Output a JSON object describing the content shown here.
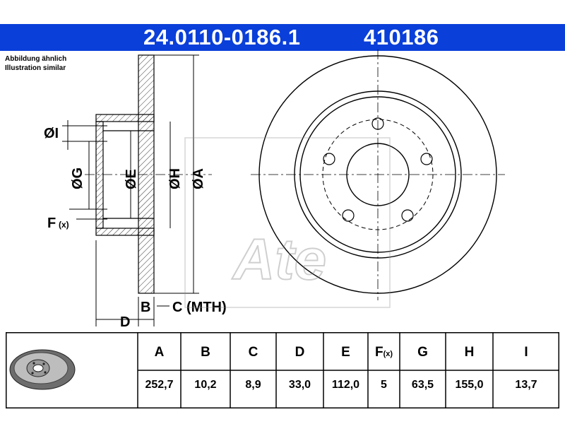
{
  "header": {
    "part_number": "24.0110-0186.1",
    "article_code": "410186",
    "color": "#0a3fd9"
  },
  "notes": {
    "line1": "Abbildung ähnlich",
    "line2": "Illustration similar"
  },
  "diagram": {
    "label_I": "ØI",
    "label_G": "ØG",
    "label_E": "ØE",
    "label_H": "ØH",
    "label_A": "ØA",
    "label_F": "F",
    "label_F_sub": "(x)",
    "label_B": "B",
    "label_C": "C (MTH)",
    "label_D": "D",
    "watermark": "Ate"
  },
  "table": {
    "headers": [
      "A",
      "B",
      "C",
      "D",
      "E",
      "F",
      "G",
      "H",
      "I"
    ],
    "header_F_sub": "(x)",
    "values": [
      "252,7",
      "10,2",
      "8,9",
      "33,0",
      "112,0",
      "5",
      "63,5",
      "155,0",
      "13,7"
    ]
  },
  "icons": [
    "brake-disc-thumbnail-icon"
  ]
}
